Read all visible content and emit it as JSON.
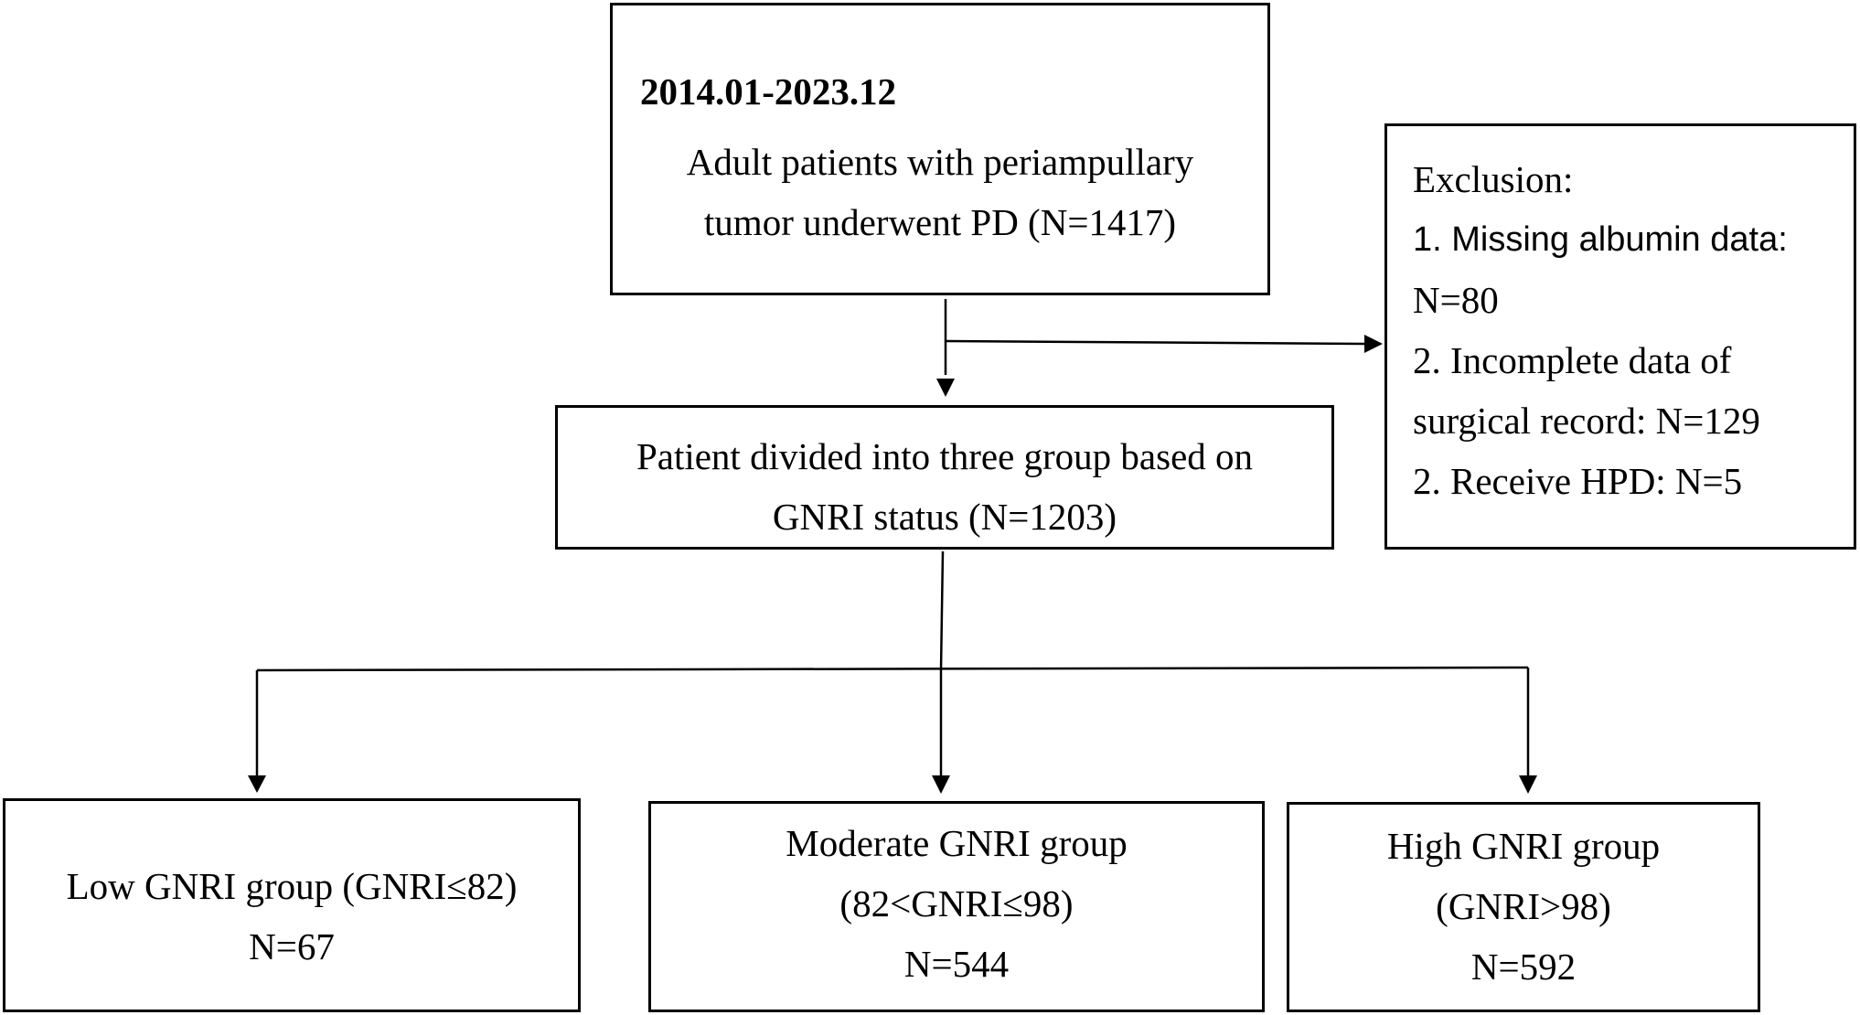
{
  "start": {
    "date_range": "2014.01-2023.12",
    "line1": "Adult patients with periampullary",
    "line2": "tumor underwent PD (N=1417)"
  },
  "exclusion": {
    "title": "Exclusion:",
    "item1_a": "1. Missing albumin data:",
    "item1_b": "N=80",
    "item2_a": "2. Incomplete data of",
    "item2_b": "surgical record: N=129",
    "item3": "2. Receive HPD: N=5"
  },
  "divided": {
    "line1": "Patient divided into three group based on",
    "line2": "GNRI status (N=1203)"
  },
  "groups": {
    "low": {
      "line1": "Low GNRI group (GNRI≤82)",
      "line2": "N=67"
    },
    "moderate": {
      "line1": "Moderate GNRI group",
      "line2": "(82<GNRI≤98)",
      "line3": "N=544"
    },
    "high": {
      "line1": "High GNRI group",
      "line2": "(GNRI>98)",
      "line3": "N=592"
    }
  }
}
